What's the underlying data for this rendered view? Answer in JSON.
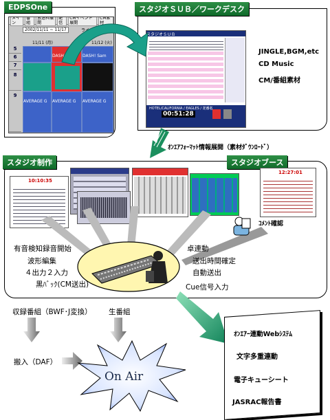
{
  "labels": {
    "edpsone": "EDPSOne",
    "studio_sub": "スタジオＳＵＢ／ワークデスク",
    "studio_seisaku": "スタジオ制作",
    "studio_booth": "スタジオブース"
  },
  "edps_window": {
    "tabs": [
      "メイン",
      "番組",
      "放送枠展開",
      "配信",
      "CMイベント展開",
      "CM素材",
      "ス"
    ],
    "date_range": "2002/11/11 ~ 11/17",
    "line_label": "ライン",
    "col_dates": [
      "11/11 (月)",
      "11/12 (火)"
    ],
    "row_labels": [
      "5",
      "6",
      "7",
      "8",
      "9"
    ],
    "cell_text": "DASH! Sam",
    "bottom_cell": "AVERAGE G"
  },
  "sub_window": {
    "title": "スタジオＳＵＢ",
    "time": "00:51:28",
    "footer": "HOTEL/CALIFORNIA / EAGLES / 定番名"
  },
  "sub_materials": [
    "JINGLE,BGM,etc",
    "CD Music",
    "CM/番組素材"
  ],
  "download_caption": "ｵﾝｴｱﾌｫｰﾏｯﾄ情報展開（素材ﾀﾞｳﾝﾛｰﾄﾞ）",
  "booth_screen_time": "12:27:01",
  "seisaku_screen_time": "10:10:35",
  "comment_check": "ｺﾒﾝﾄ確認",
  "left_ops": [
    "有音検知録音開始",
    "波形編集",
    "４出力２入力",
    "黒ﾊﾞｯｸ(CM送出)"
  ],
  "right_ops": [
    "卓連動",
    "送出時間確定",
    "自動送出",
    "Cue信号入力"
  ],
  "bottom_left": {
    "recorded": "収録番組（BWF･J変換）",
    "live": "生番組",
    "ingest": "搬入（DAF）"
  },
  "on_air": "On Air",
  "outputs": [
    "ｵﾝｴｱｰ連動Webｼｽﾃﾑ",
    "文字多重連動",
    "電子キューシート",
    "JASRAC報告書"
  ],
  "colors": {
    "label_green": "#1f7a38",
    "arrow_green": "#1b8f5e",
    "arrow_teal": "#1aa08a",
    "cell_blue": "#3d63c8",
    "cell_red": "#e03030",
    "grey_arrow": "#9a9a9a"
  }
}
